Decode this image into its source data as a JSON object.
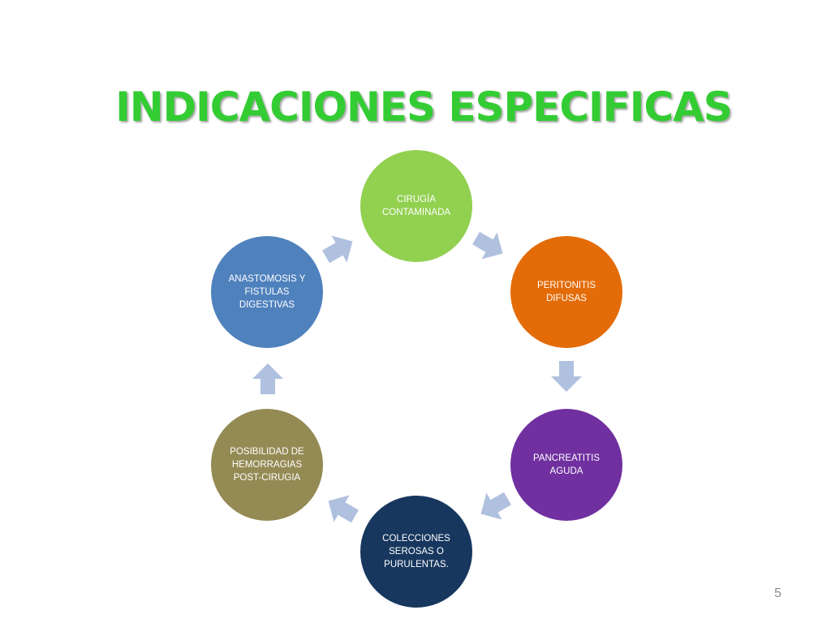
{
  "slide": {
    "title": "INDICACIONES ESPECIFICAS",
    "page_number": "5"
  },
  "cycle": {
    "arrow_color": "#b0c0df",
    "nodes": [
      {
        "label": "CIRUGÍA\nCONTAMINADA",
        "color": "#92d050"
      },
      {
        "label": "PERITONITIS\nDIFUSAS",
        "color": "#e36c09"
      },
      {
        "label": "PANCREATITIS\nAGUDA",
        "color": "#7030a0"
      },
      {
        "label": "COLECCIONES\nSEROSAS O\nPURULENTAS.",
        "color": "#17375e"
      },
      {
        "label": "POSIBILIDAD DE\nHEMORRAGIAS\nPOST-CIRUGIA",
        "color": "#948a54"
      },
      {
        "label": "ANASTOMOSIS Y\nFISTULAS\nDIGESTIVAS",
        "color": "#4f81bd"
      }
    ]
  }
}
